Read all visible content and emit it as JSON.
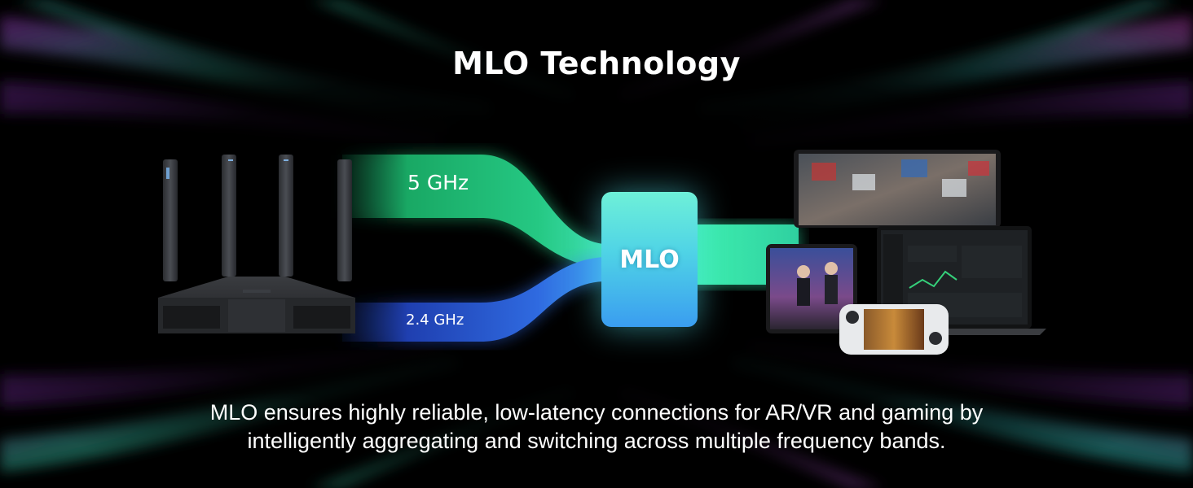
{
  "title": "MLO Technology",
  "bands": {
    "band_5ghz": "5 GHz",
    "band_24ghz": "2.4 GHz"
  },
  "mlo_chip_label": "MLO",
  "caption": {
    "line1": "MLO ensures highly reliable, low-latency connections for AR/VR and gaming by",
    "line2": "intelligently aggregating and switching across multiple frequency bands."
  },
  "colors": {
    "background": "#000000",
    "band_5ghz": "#22c27a",
    "band_24ghz": "#2a63d6",
    "mlo_chip": "#4fd3e6",
    "output_stream": "#3ff0b0"
  }
}
